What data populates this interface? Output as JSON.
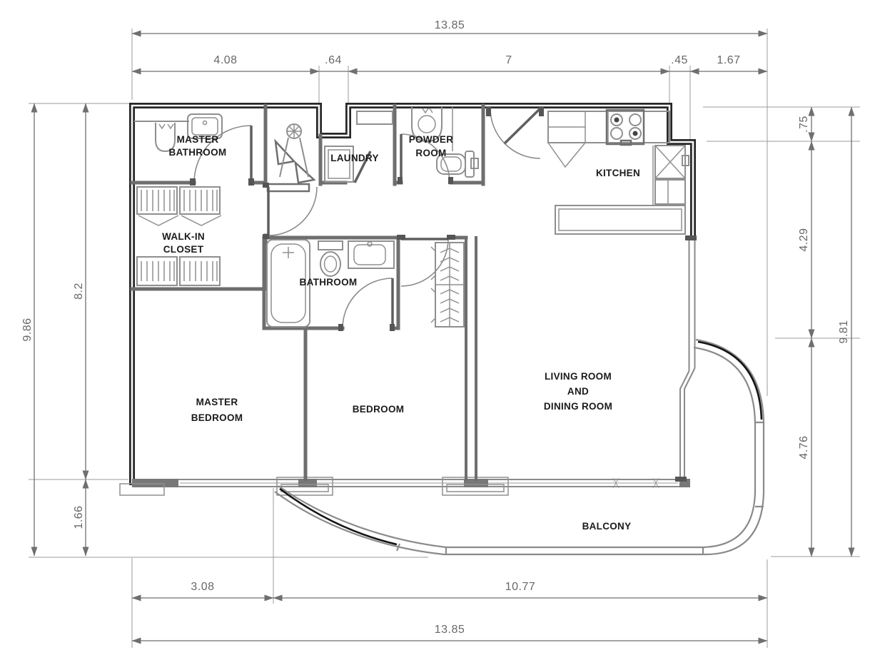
{
  "page": {
    "title": "Apartment Floor Plan",
    "type": "architectural-floor-plan",
    "units": "meters"
  },
  "rooms": {
    "master_bathroom": [
      "MASTER",
      "BATHROOM"
    ],
    "laundry": [
      "LAUNDRY"
    ],
    "powder_room": [
      "POWDER",
      "ROOM"
    ],
    "kitchen": [
      "KITCHEN"
    ],
    "walk_in_closet": [
      "WALK-IN",
      "CLOSET"
    ],
    "bathroom": [
      "BATHROOM"
    ],
    "master_bedroom": [
      "MASTER",
      "BEDROOM"
    ],
    "bedroom": [
      "BEDROOM"
    ],
    "living_dining": [
      "LIVING ROOM",
      "AND",
      "DINING ROOM"
    ],
    "balcony": [
      "BALCONY"
    ]
  },
  "dims": {
    "top": {
      "total": "13.85",
      "segments": [
        "4.08",
        ".64",
        "7",
        ".45",
        "1.67"
      ]
    },
    "bottom": {
      "total": "13.85",
      "segments": [
        "3.08",
        "10.77"
      ]
    },
    "left": {
      "total": "9.86",
      "segments": [
        "8.2",
        "1.66"
      ]
    },
    "right": {
      "total": "9.81",
      "segments": [
        ".75",
        "4.29",
        "4.76"
      ]
    }
  },
  "fixtures": {
    "icons": [
      "toilet-icon",
      "sink-icon",
      "bathtub-icon",
      "shower-icon",
      "stove-icon",
      "kitchen-sink-icon",
      "washer-icon",
      "wardrobe-icon",
      "closet-rack-icon",
      "door-swing-icon",
      "window-sill-icon",
      "balcony-railing-icon"
    ]
  },
  "colors": {
    "background": "#ffffff",
    "wall": "#262626",
    "partition": "#6e6e6e",
    "fixture": "#8f8f8f",
    "dimension": "#686868",
    "label": "#1b1b1b",
    "accent": "#141414"
  }
}
